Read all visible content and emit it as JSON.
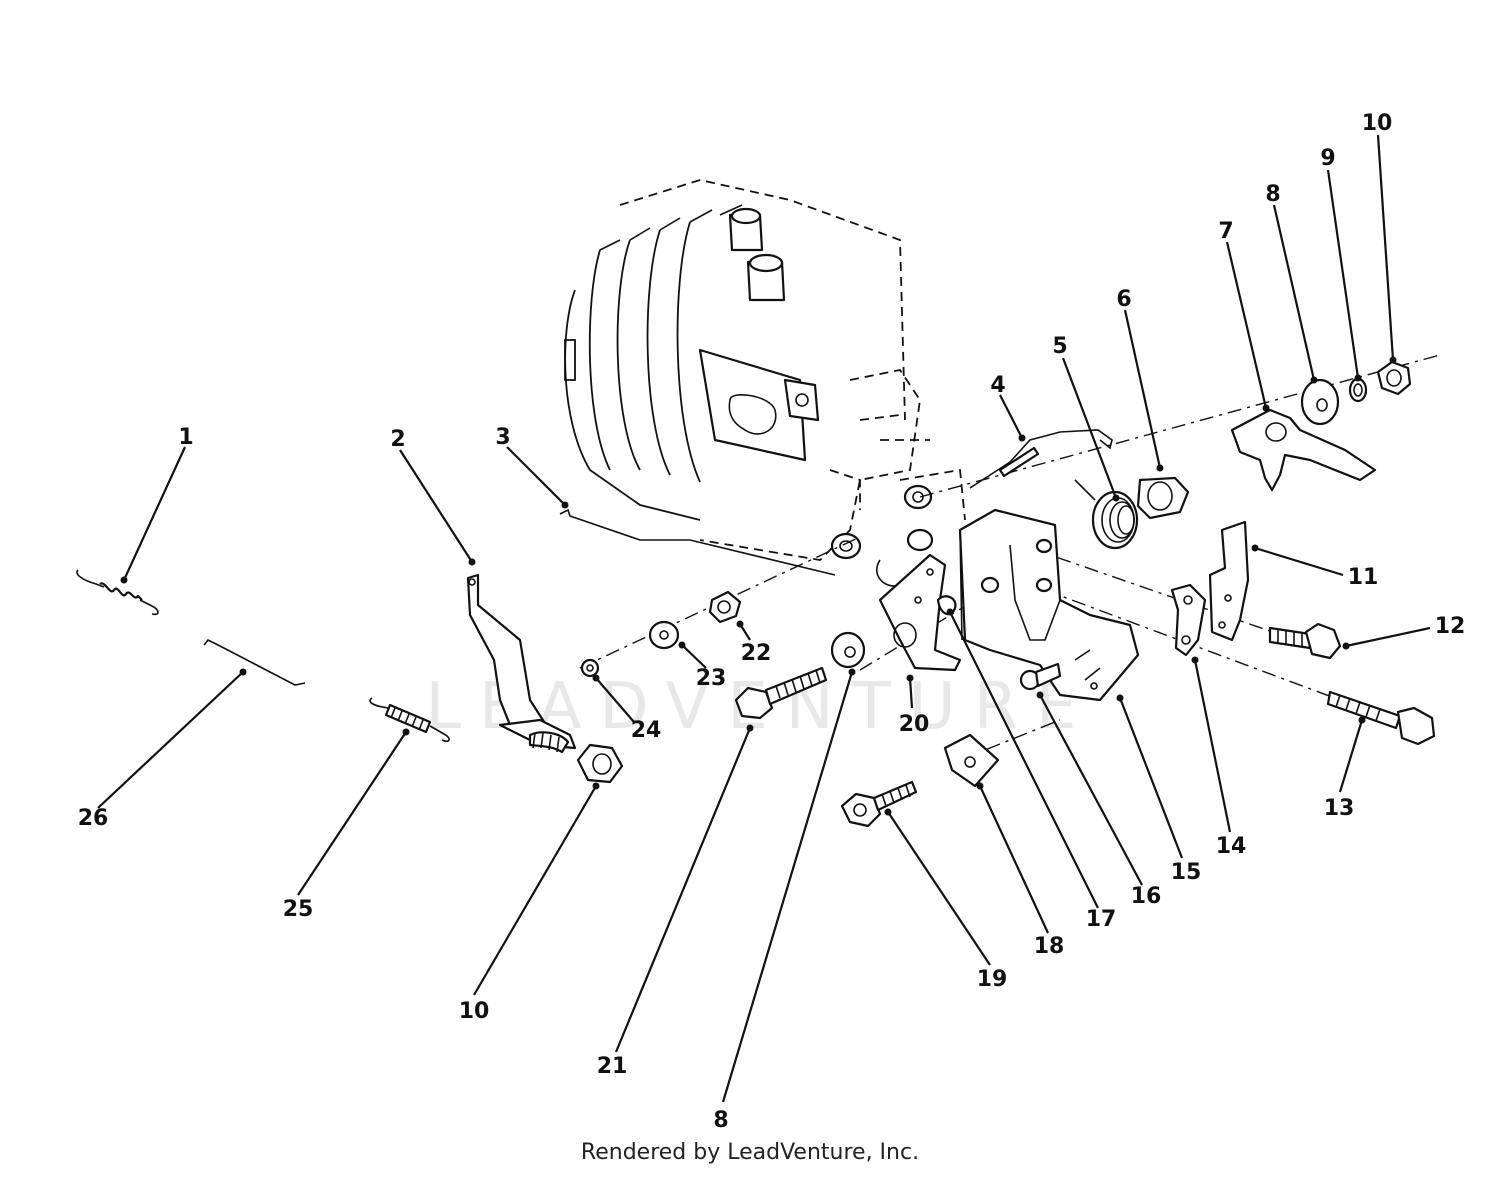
{
  "watermark": "LEADVENTURE",
  "footer": {
    "credit": "Rendered by LeadVenture, Inc."
  },
  "callouts": [
    {
      "id": "c1",
      "label": "1"
    },
    {
      "id": "c2",
      "label": "2"
    },
    {
      "id": "c3",
      "label": "3"
    },
    {
      "id": "c4",
      "label": "4"
    },
    {
      "id": "c5",
      "label": "5"
    },
    {
      "id": "c6",
      "label": "6"
    },
    {
      "id": "c7",
      "label": "7"
    },
    {
      "id": "c8a",
      "label": "8"
    },
    {
      "id": "c9",
      "label": "9"
    },
    {
      "id": "c10a",
      "label": "10"
    },
    {
      "id": "c11",
      "label": "11"
    },
    {
      "id": "c12",
      "label": "12"
    },
    {
      "id": "c13",
      "label": "13"
    },
    {
      "id": "c14",
      "label": "14"
    },
    {
      "id": "c15",
      "label": "15"
    },
    {
      "id": "c16",
      "label": "16"
    },
    {
      "id": "c17",
      "label": "17"
    },
    {
      "id": "c18",
      "label": "18"
    },
    {
      "id": "c19",
      "label": "19"
    },
    {
      "id": "c20",
      "label": "20"
    },
    {
      "id": "c21",
      "label": "21"
    },
    {
      "id": "c22",
      "label": "22"
    },
    {
      "id": "c23",
      "label": "23"
    },
    {
      "id": "c24",
      "label": "24"
    },
    {
      "id": "c25",
      "label": "25"
    },
    {
      "id": "c26",
      "label": "26"
    },
    {
      "id": "c10b",
      "label": "10"
    },
    {
      "id": "c8b",
      "label": "8"
    }
  ]
}
